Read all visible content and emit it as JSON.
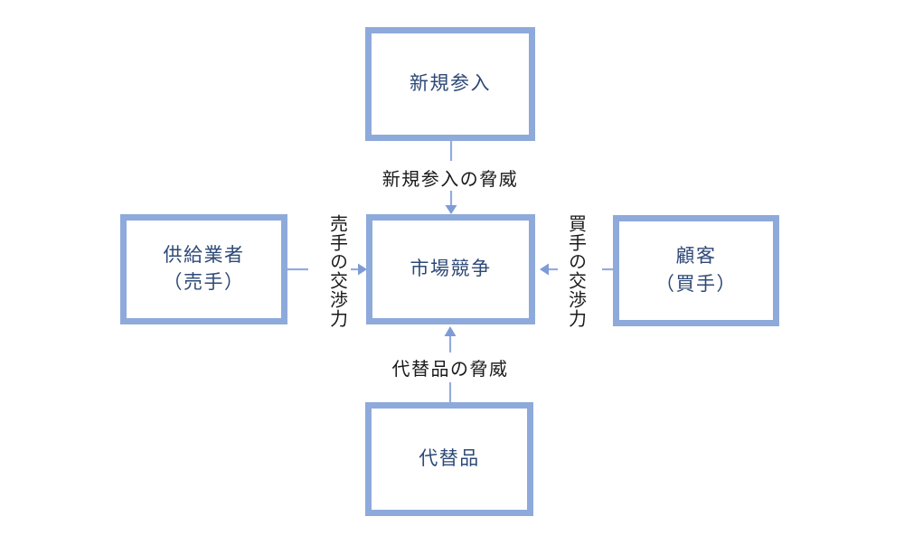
{
  "diagram": {
    "type": "five-forces-diagram",
    "colors": {
      "background": "#FFFFFF",
      "box_border": "#8EAADB",
      "box_fill": "#FFFFFF",
      "box_text": "#2E4977",
      "arrow_line": "#94ACDE",
      "arrow_head": "#7E9BD7",
      "label_text": "#1A1A1A"
    },
    "boxes": {
      "new_entrants": {
        "label": "新規参入"
      },
      "suppliers": {
        "line1": "供給業者",
        "line2": "（売手）"
      },
      "market_competition": {
        "label": "市場競争"
      },
      "customers": {
        "line1": "顧客",
        "line2": "（買手）"
      },
      "substitutes": {
        "label": "代替品"
      }
    },
    "arrow_labels": {
      "top": "新規参入の脅威",
      "left": "売手の交渉力",
      "right": "買手の交渉力",
      "bottom": "代替品の脅威"
    }
  }
}
